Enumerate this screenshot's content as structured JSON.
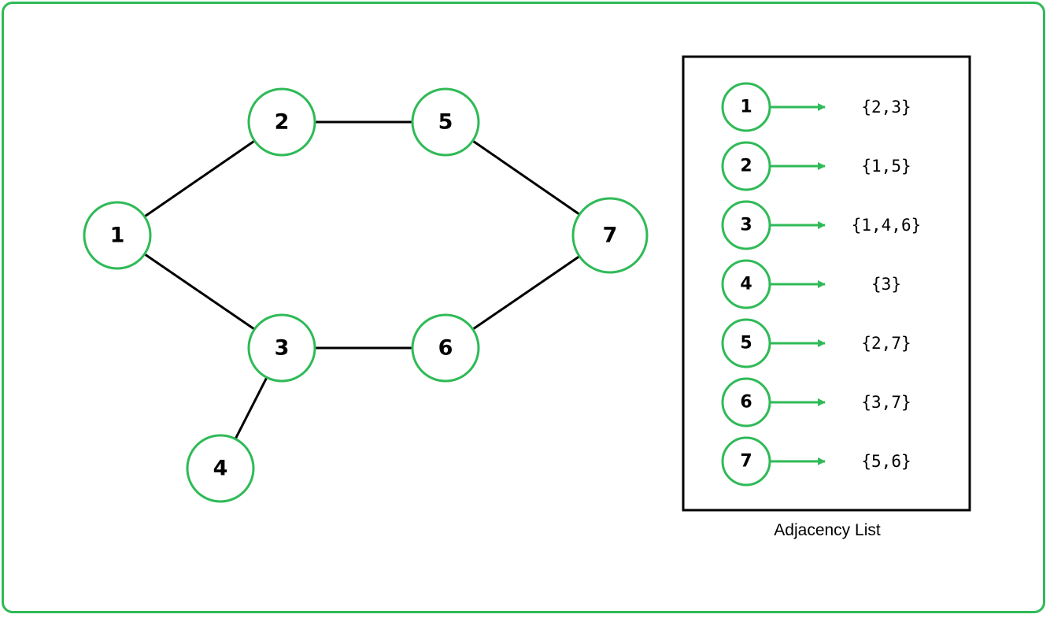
{
  "graph": {
    "nodes": [
      "1",
      "2",
      "3",
      "4",
      "5",
      "6",
      "7"
    ],
    "edges": [
      [
        "1",
        "2"
      ],
      [
        "1",
        "3"
      ],
      [
        "2",
        "5"
      ],
      [
        "3",
        "4"
      ],
      [
        "3",
        "6"
      ],
      [
        "5",
        "7"
      ],
      [
        "6",
        "7"
      ]
    ]
  },
  "adjacency_list": {
    "caption": "Adjacency List",
    "rows": [
      {
        "node": "1",
        "neighbors": "{2,3}"
      },
      {
        "node": "2",
        "neighbors": "{1,5}"
      },
      {
        "node": "3",
        "neighbors": "{1,4,6}"
      },
      {
        "node": "4",
        "neighbors": "{3}"
      },
      {
        "node": "5",
        "neighbors": "{2,7}"
      },
      {
        "node": "6",
        "neighbors": "{3,7}"
      },
      {
        "node": "7",
        "neighbors": "{5,6}"
      }
    ]
  },
  "colors": {
    "node_stroke": "#2fba57",
    "arrow": "#2fba57",
    "edge": "#000000"
  }
}
